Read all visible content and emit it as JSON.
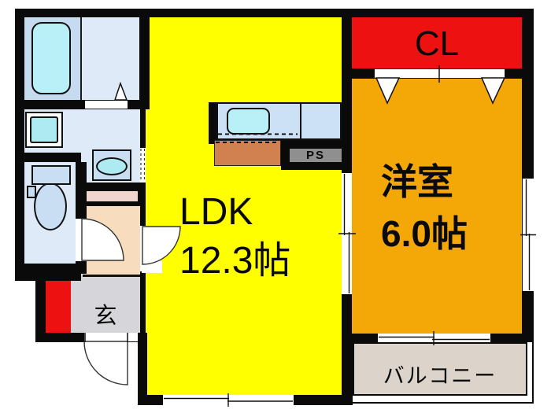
{
  "type": "apartment-floorplan",
  "rooms": {
    "ldk": {
      "label": "LDK",
      "size": "12.3帖",
      "color": "#FFFF00"
    },
    "western_room": {
      "label": "洋室",
      "size": "6.0帖",
      "color": "#F3A808"
    },
    "closet": {
      "label": "CL",
      "color": "#EE1111"
    },
    "entrance": {
      "label": "玄",
      "color": "#D6D6DA"
    },
    "balcony": {
      "label": "バルコニー",
      "color": "#DCD4CB"
    },
    "pipe_space": {
      "label": "PS",
      "color": "#8F8F8F"
    },
    "hallway": {
      "color": "#F8DCBE"
    },
    "washroom": {
      "color": "#DFEAF8"
    },
    "bathroom": {
      "color": "#C6DBEF"
    },
    "toilet_room": {
      "color": "#DFEAF8"
    }
  },
  "fixtures": [
    "bathtub",
    "washing-machine-pan",
    "washbasin",
    "toilet",
    "kitchen-counter",
    "kitchen-sink",
    "stove"
  ],
  "symbols": [
    "folding-door",
    "sliding-door",
    "hinged-door",
    "sliding-window"
  ],
  "palette": {
    "wall": "#0A0A0A",
    "accent_red": "#EE1111",
    "fixture_fill": "#C9DDF3",
    "water_fill": "#AEEAF2",
    "bathtub_fill": "#B9EFF7",
    "counter_fill": "#CCE1F5",
    "stove_fill": "#D1804F",
    "threshold_pink": "#F0D5CE",
    "background": "#FFFFFF"
  }
}
